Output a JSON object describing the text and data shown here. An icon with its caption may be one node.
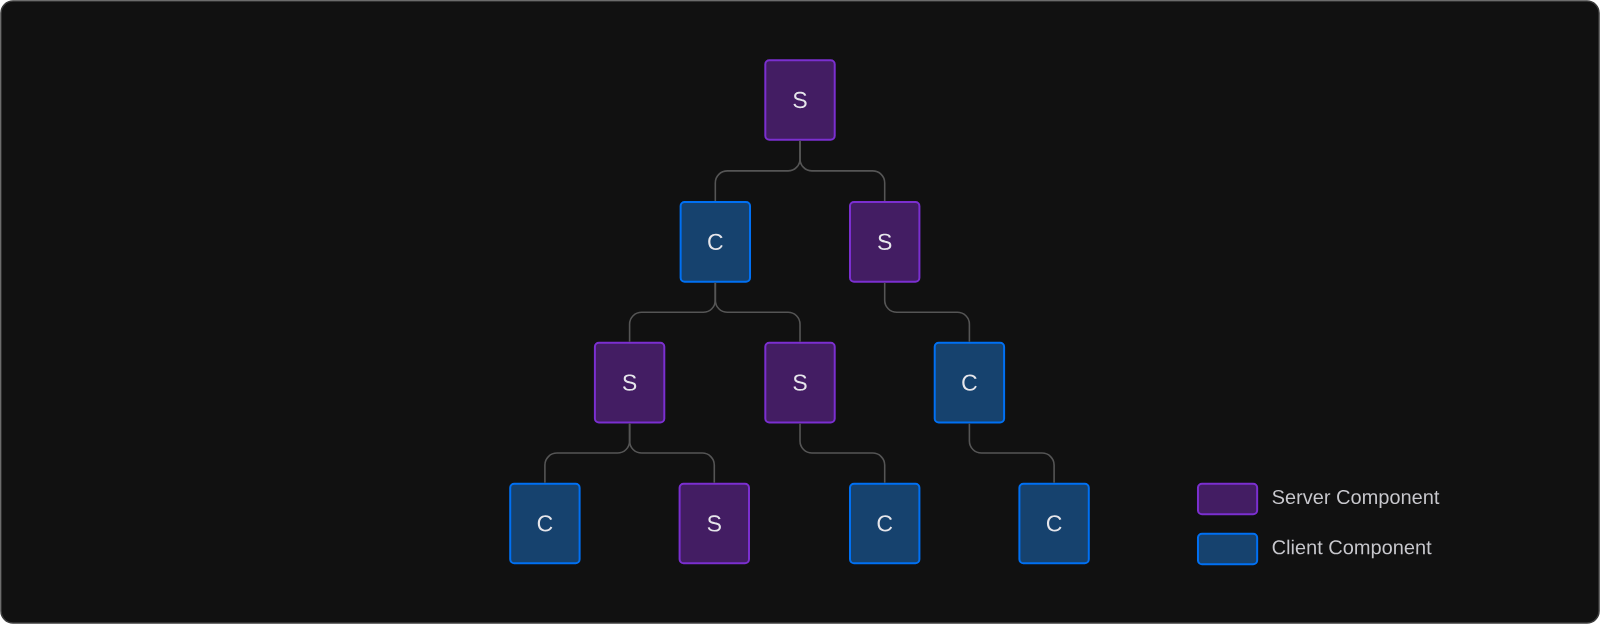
{
  "diagram": {
    "nodes": [
      {
        "text": [
          "S"
        ]
      },
      {
        "text": [
          "C"
        ]
      },
      {
        "text": [
          "S"
        ]
      },
      {
        "text": [
          "S"
        ]
      },
      {
        "text": [
          "S"
        ]
      },
      {
        "text": [
          "C"
        ]
      },
      {
        "text": [
          "C"
        ]
      },
      {
        "text": [
          "S"
        ]
      },
      {
        "text": [
          "C"
        ]
      },
      {
        "text": [
          "C"
        ]
      }
    ],
    "edges": [
      {
        "from": 0,
        "to": 1,
        "arrow": "none"
      },
      {
        "from": 0,
        "to": 2,
        "arrow": "none"
      },
      {
        "from": 1,
        "to": 3,
        "arrow": "none"
      },
      {
        "from": 1,
        "to": 4,
        "arrow": "none"
      },
      {
        "from": 2,
        "to": 5,
        "arrow": "none"
      },
      {
        "from": 3,
        "to": 6,
        "arrow": "none"
      },
      {
        "from": 3,
        "to": 7,
        "arrow": "none"
      },
      {
        "from": 4,
        "to": 8,
        "arrow": "none"
      },
      {
        "from": 5,
        "to": 9,
        "arrow": "none"
      }
    ],
    "legend": [
      {
        "text": "Server Component",
        "color": "#431d63"
      },
      {
        "text": "Client Component",
        "color": "#16426e"
      }
    ]
  }
}
